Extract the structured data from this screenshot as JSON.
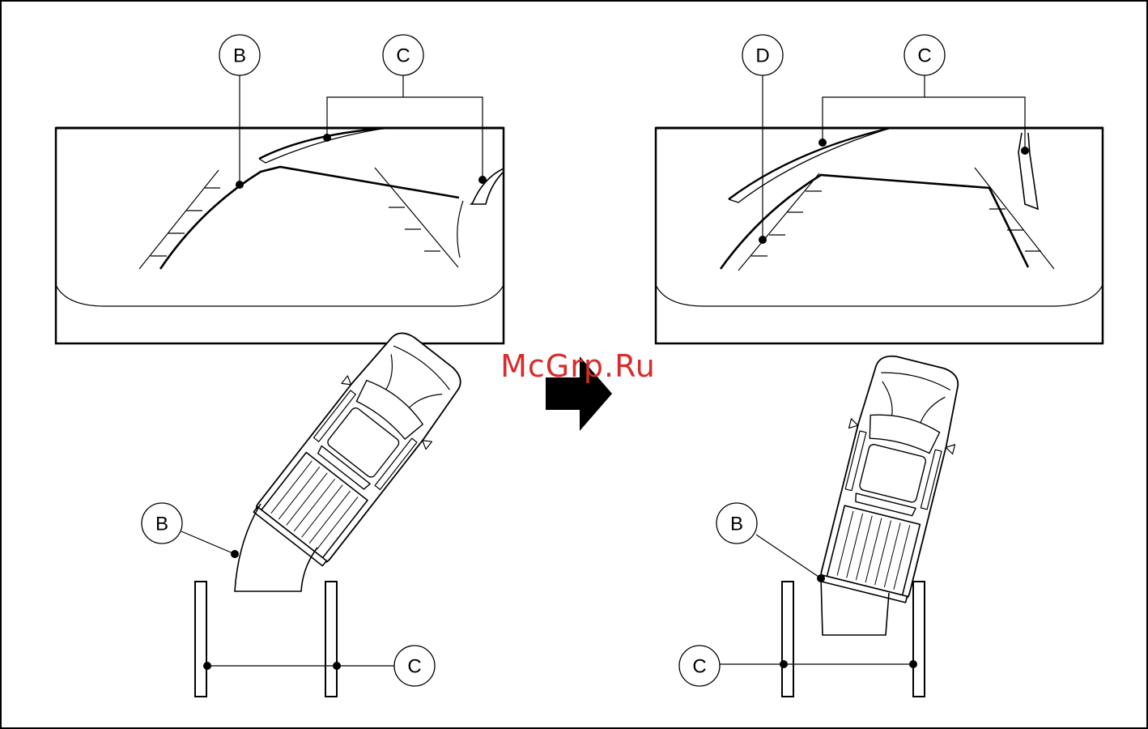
{
  "callouts": {
    "top_left": [
      "B",
      "C"
    ],
    "top_right": [
      "D",
      "C"
    ],
    "bottom_left": [
      "B",
      "C"
    ],
    "bottom_right": [
      "B",
      "C"
    ]
  },
  "watermark": "McGrp.Ru",
  "colors": {
    "line": "#000000",
    "watermark": "#d92b2b",
    "background": "#ffffff"
  },
  "icons": {
    "transition": "right-arrow-icon",
    "vehicle": "pickup-truck-icon"
  }
}
